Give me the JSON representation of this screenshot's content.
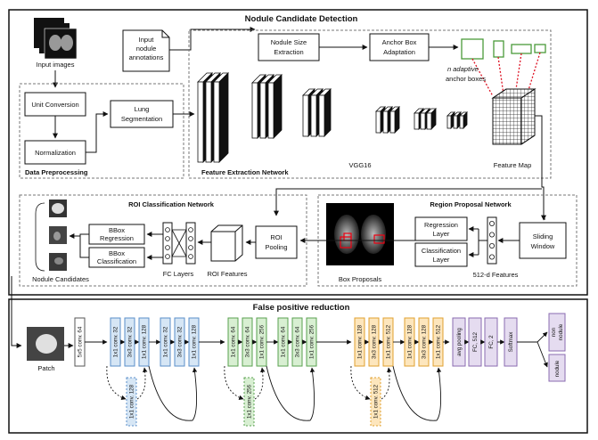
{
  "top": {
    "title": "Nodule Candidate Detection",
    "input_images": "Input images",
    "input_annotations": [
      "Input",
      "nodule",
      "annotations"
    ],
    "nodule_size": [
      "Nodule Size",
      "Extraction"
    ],
    "anchor_box": [
      "Anchor Box",
      "Adaptation"
    ],
    "adaptive_note": [
      "n adaptive",
      "anchor boxes"
    ],
    "preprocessing": {
      "label": "Data Preprocessing",
      "unit_conversion": "Unit Conversion",
      "normalization": "Normalization",
      "lung_seg": [
        "Lung",
        "Segmentation"
      ]
    },
    "fen_label": "Feature Extraction Network",
    "vgg": "VGG16",
    "feature_map": "Feature Map",
    "rpn": {
      "label": "Region Proposal Network",
      "regression": [
        "Regression",
        "Layer"
      ],
      "classification": [
        "Classification",
        "Layer"
      ],
      "sliding": [
        "Sliding",
        "Window"
      ],
      "features": "512-d Features",
      "box_proposals": "Box Proposals"
    },
    "roi": {
      "label": "ROI Classification Network",
      "bbox_reg": [
        "BBox",
        "Regression"
      ],
      "bbox_cls": [
        "BBox",
        "Classification"
      ],
      "fc_layers": "FC Layers",
      "roi_features": "ROI Features",
      "roi_pooling": [
        "ROI",
        "Pooling"
      ],
      "nodule_candidates": "Nodule Candidates"
    }
  },
  "bottom": {
    "title": "False positive reduction",
    "patch": "Patch",
    "first_conv": "5x5 conv. 64",
    "blue": {
      "main": [
        "1x1 conv. 32",
        "3x3 conv. 32",
        "1x1 conv. 128",
        "1x1 conv. 32",
        "3x3 conv. 32",
        "1x1 conv. 128"
      ],
      "shortcut": "1x1 conv. 128",
      "fill": "#d6e6f5",
      "stroke": "#5b8fc9"
    },
    "green": {
      "main": [
        "1x1 conv. 64",
        "3x3 conv. 64",
        "1x1 conv. 256",
        "1x1 conv. 64",
        "3x3 conv. 64",
        "1x1 conv. 256"
      ],
      "shortcut": "1x1 conv. 256",
      "fill": "#d8efd2",
      "stroke": "#5aa050"
    },
    "orange": {
      "main": [
        "1x1 conv. 128",
        "3x3 conv. 128",
        "1x1 conv. 512",
        "1x1 conv. 128",
        "3x3 conv. 128",
        "1x1 conv. 512"
      ],
      "shortcut": "1x1 conv. 512",
      "fill": "#fde6bd",
      "stroke": "#e0a030"
    },
    "head": {
      "layers": [
        "avg pooling",
        "FC, 512",
        "FC, 2",
        "Softmax"
      ],
      "fill": "#e5dcf0",
      "stroke": "#8a6bb0"
    },
    "outputs": [
      [
        "non",
        "nodule"
      ],
      [
        "nodule"
      ]
    ]
  }
}
